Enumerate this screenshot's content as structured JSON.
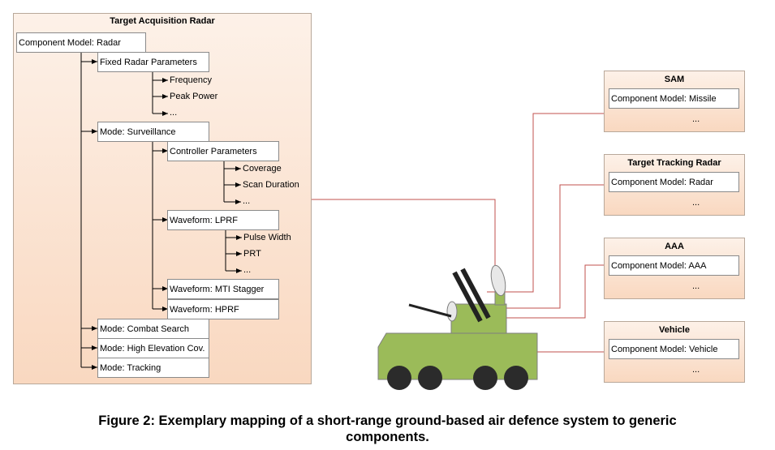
{
  "main_panel": {
    "title": "Target Acquisition Radar",
    "root": "Component Model: Radar",
    "fixed": "Fixed Radar Parameters",
    "fixed_items": [
      "Frequency",
      "Peak Power",
      "..."
    ],
    "surveillance": "Mode: Surveillance",
    "controller": "Controller Parameters",
    "controller_items": [
      "Coverage",
      "Scan Duration",
      "..."
    ],
    "lprf": "Waveform: LPRF",
    "lprf_items": [
      "Pulse Width",
      "PRT",
      "..."
    ],
    "mti": "Waveform: MTI Stagger",
    "hprf": "Waveform: HPRF",
    "combat": "Mode: Combat Search",
    "high_elev": "Mode: High Elevation Cov.",
    "tracking": "Mode: Tracking"
  },
  "right_panels": [
    {
      "title": "SAM",
      "model": "Component Model: Missile",
      "more": "..."
    },
    {
      "title": "Target Tracking Radar",
      "model": "Component Model: Radar",
      "more": "..."
    },
    {
      "title": "AAA",
      "model": "Component Model: AAA",
      "more": "..."
    },
    {
      "title": "Vehicle",
      "model": "Component Model: Vehicle",
      "more": "..."
    }
  ],
  "caption": {
    "line1": "Figure 2: Exemplary mapping of a short-range ground-based air defence system to generic",
    "line2": "components."
  },
  "colors": {
    "panel_fill": "#f9d8c0",
    "connector": "#c0504d",
    "vehicle_body": "#9bbb59",
    "vehicle_wheel": "#2b2b2b"
  }
}
